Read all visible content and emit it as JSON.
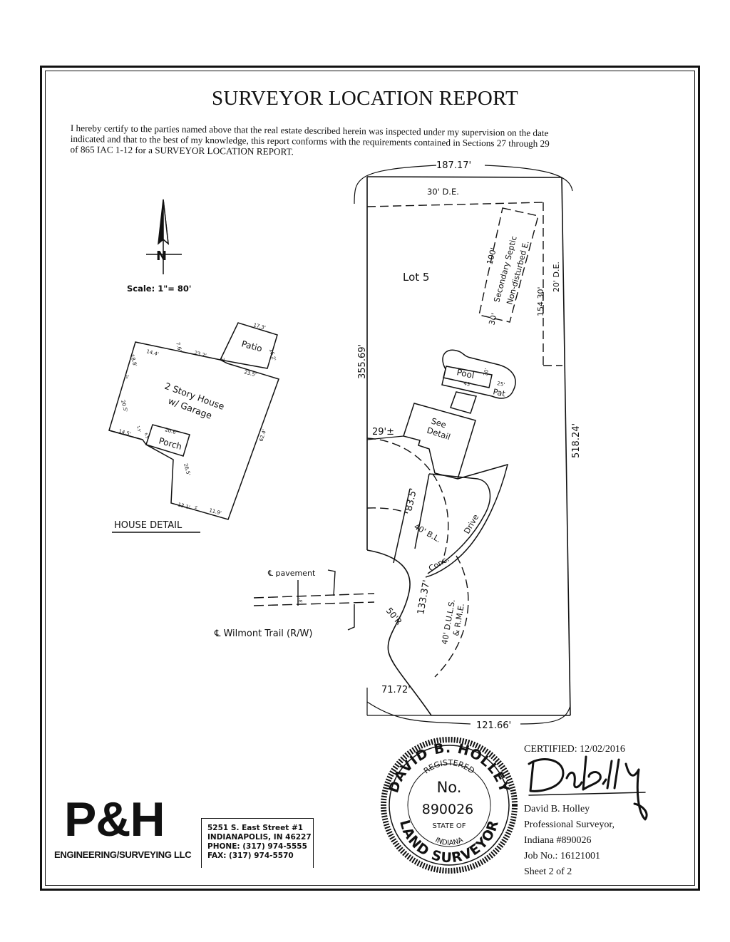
{
  "report": {
    "title": "SURVEYOR LOCATION REPORT",
    "certification_lines": [
      "I hereby certify to the parties named above that the real estate described herein was inspected under my supervision on the date",
      "indicated and that to the best of my knowledge, this report conforms with the requirements contained in Sections 27 through 29",
      "of 865 IAC 1-12 for a SURVEYOR LOCATION REPORT."
    ]
  },
  "north_arrow": {
    "letter": "N",
    "scale": "Scale: 1\"= 80'"
  },
  "house_detail": {
    "title": "HOUSE DETAIL",
    "house_label_1": "2 Story House",
    "house_label_2": "w/ Garage",
    "patio_label": "Patio",
    "porch_label": "Porch",
    "dims": {
      "patio_top": "17.3'",
      "patio_right": "16.2'",
      "d_14_4": "14.4'",
      "d_7_6": "7.6'",
      "d_23_2": "23.2'",
      "d_2": "2'",
      "d_23_5": "23.5'",
      "d_18_8": "18.8'",
      "d_1": "1'",
      "d_20_5": "20.5'",
      "d_14_5": "14.5'",
      "d_1_5": "1.5'",
      "d_6_5": "6.5'",
      "d_20_6": "20.6'",
      "d_26_5": "26.5'",
      "d_62_4": "62.4'",
      "d_13_1": "13.1'",
      "d_2b": "2'",
      "d_11_9": "11.9'"
    }
  },
  "site_plan": {
    "lot_label": "Lot 5",
    "top_dim": "187.17'",
    "top_easement": "30' D.E.",
    "septic_1": "Secondary Septic",
    "septic_2": "Non-disturbed E.",
    "septic_100": "100'",
    "septic_30": "30'",
    "septic_154": "154.30'",
    "right_easement": "20' D.E.",
    "left_dim": "355.69'",
    "right_dim": "518.24'",
    "pool_label": "Pool",
    "pool_43": "43'",
    "pool_30": "30'",
    "pat_25": "25'",
    "pat_label": "Pat",
    "detail_1": "See",
    "detail_2": "Detail",
    "offset_29": "29'±",
    "drive_83": "83.5'",
    "bl_label": "40' B.L.",
    "drive_1": "Drive",
    "drive_2": "Conc.",
    "arc_133": "133.37'",
    "duls_1": "40' D.U.L.S.",
    "duls_2": "& R.M.E.",
    "radius_50": "50'R",
    "pavement_label": "℄ pavement",
    "pav_offset": "3'",
    "road_label": "℄ Wilmont Trail (R/W)",
    "dim_71": "71.72'",
    "bottom_dim": "121.66'"
  },
  "seal": {
    "name": "DAVID B. HOLLEY",
    "registered": "REGISTERED",
    "no_label": "No.",
    "number": "890026",
    "state_of": "STATE OF",
    "state": "INDIANA",
    "bottom": "LAND SURVEYOR"
  },
  "company": {
    "logo": "P&H",
    "subtitle": "ENGINEERING/SURVEYING LLC",
    "address_lines": [
      "5251 S. East Street #1",
      "INDIANAPOLIS, IN 46227",
      "PHONE: (317) 974-5555",
      "FAX: (317) 974-5570"
    ]
  },
  "certification": {
    "certified": "CERTIFIED:  12/02/2016",
    "lines": [
      "David B. Holley",
      "Professional Surveyor,",
      "Indiana #890026",
      "Job No.:  16121001",
      "Sheet 2 of 2"
    ]
  }
}
